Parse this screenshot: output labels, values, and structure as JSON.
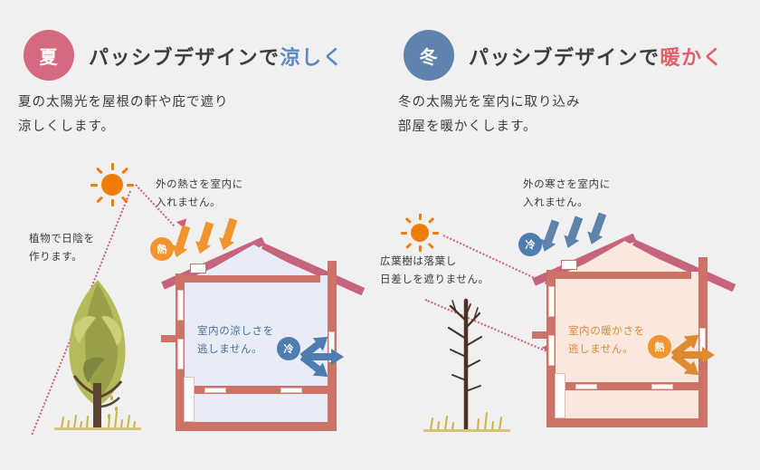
{
  "page": {
    "background": "#f0f0f0",
    "accent_summer": "#d4697f",
    "accent_winter": "#5e84ad",
    "accent_cool_text": "#5d88c4",
    "accent_warm_text": "#e2606a",
    "heat_color": "#f2942d",
    "cold_color": "#4e7eaf",
    "sun_color": "#f07d0a",
    "beam_color": "#cf5f72",
    "roof_color": "#c7647d",
    "wall_color": "#cc7267"
  },
  "summer": {
    "badge": "夏",
    "headline_main": "パッシブデザインで",
    "headline_accent": "涼しく",
    "lede": "夏の太陽光を屋根の軒や庇で遮り\n涼しくします。",
    "note_shade": "植物で日陰を\n作ります。",
    "note_block": "外の熱さを室内に\n入れません。",
    "chip_outside": "熱",
    "chip_inside": "冷",
    "note_inside": "室内の涼しさを\n逃しません。",
    "tree": "leafy-tree",
    "interior_fill": "#e8ecf7"
  },
  "winter": {
    "badge": "冬",
    "headline_main": "パッシブデザインで",
    "headline_accent": "暖かく",
    "lede": "冬の太陽光を室内に取り込み\n部屋を暖かくします。",
    "note_shade": "広葉樹は落葉し\n日差しを遮りません。",
    "note_block": "外の寒さを室内に\n入れません。",
    "chip_outside": "冷",
    "chip_inside": "熱",
    "note_inside": "室内の暖かさを\n逃しません。",
    "tree": "bare-tree",
    "interior_fill": "#fae7de"
  }
}
